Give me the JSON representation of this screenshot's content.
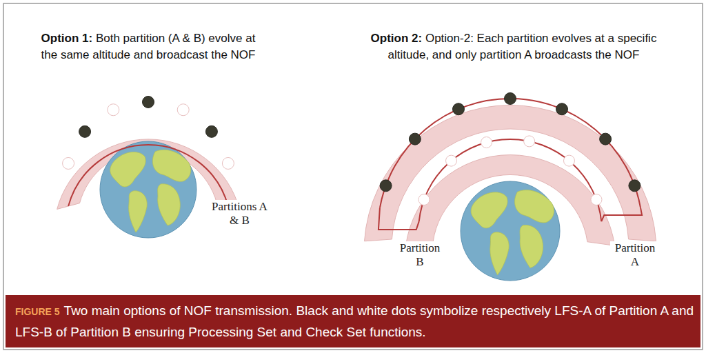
{
  "diagram": {
    "caption": "Two main options of NOF transmission. Black and white dots symbolize respectively LFS-A of Partition A and LFS-B of Partition B ensuring Processing Set and Check Set functions.",
    "labels": [
      "Option 1:",
      "Both partition (A & B) evolve at the same altitude and broadcast the NOF",
      "Option 2:",
      "Option-2: Each partition evolves at a specific altitude, and only partition A broadcasts the NOF",
      "Partitions A & B",
      "Partition B",
      "Partition A",
      "FIGURE 5"
    ]
  }
}
